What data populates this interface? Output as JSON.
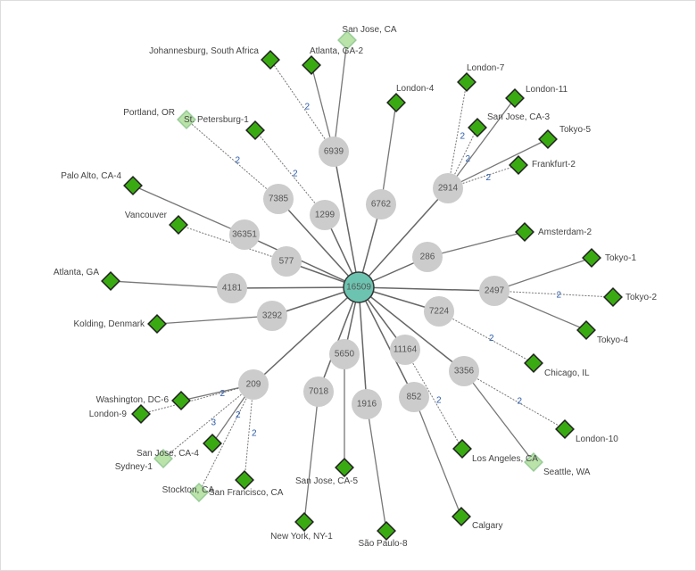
{
  "colors": {
    "hub": "#6cc4b0",
    "as_node": "#cccccc",
    "leaf": "#3aaa12",
    "leaf_faded": "#b9e3a8",
    "weight": "#2a5aa8"
  },
  "hub": {
    "id": "h",
    "label": "16509"
  },
  "as_nodes": [
    {
      "id": "a6939",
      "label": "6939"
    },
    {
      "id": "a7385",
      "label": "7385"
    },
    {
      "id": "a1299",
      "label": "1299"
    },
    {
      "id": "a6762",
      "label": "6762"
    },
    {
      "id": "a2914",
      "label": "2914"
    },
    {
      "id": "a36351",
      "label": "36351"
    },
    {
      "id": "a577",
      "label": "577"
    },
    {
      "id": "a286",
      "label": "286"
    },
    {
      "id": "a2497",
      "label": "2497"
    },
    {
      "id": "a4181",
      "label": "4181"
    },
    {
      "id": "a3292",
      "label": "3292"
    },
    {
      "id": "a7224",
      "label": "7224"
    },
    {
      "id": "a5650",
      "label": "5650"
    },
    {
      "id": "a11164",
      "label": "11164"
    },
    {
      "id": "a7018",
      "label": "7018"
    },
    {
      "id": "a1916",
      "label": "1916"
    },
    {
      "id": "a852",
      "label": "852"
    },
    {
      "id": "a3356",
      "label": "3356"
    },
    {
      "id": "a209",
      "label": "209"
    }
  ],
  "leaves": [
    {
      "id": "sjca",
      "label": "San Jose, CA",
      "parent": "a6939",
      "faded": true
    },
    {
      "id": "atl2",
      "label": "Atlanta, GA-2",
      "parent": "a6939"
    },
    {
      "id": "joh",
      "label": "Johannesburg, South Africa",
      "parent": "a6939",
      "dashed": true,
      "weight": "2"
    },
    {
      "id": "por",
      "label": "Portland, OR",
      "parent": "a7385",
      "dashed": true,
      "weight": "2",
      "faded": true
    },
    {
      "id": "stp",
      "label": "St. Petersburg-1",
      "parent": "a1299",
      "dashed": true,
      "weight": "2"
    },
    {
      "id": "lon4",
      "label": "London-4",
      "parent": "a6762"
    },
    {
      "id": "lon7",
      "label": "London-7",
      "parent": "a2914",
      "dashed": true,
      "weight": "2"
    },
    {
      "id": "lon11",
      "label": "London-11",
      "parent": "a2914"
    },
    {
      "id": "sj3",
      "label": "San Jose, CA-3",
      "parent": "a2914",
      "dashed": true,
      "weight": "2"
    },
    {
      "id": "tok5",
      "label": "Tokyo-5",
      "parent": "a2914"
    },
    {
      "id": "fra2",
      "label": "Frankfurt-2",
      "parent": "a2914",
      "dashed": true,
      "weight": "2"
    },
    {
      "id": "pa4",
      "label": "Palo Alto, CA-4",
      "parent": "a36351"
    },
    {
      "id": "van",
      "label": "Vancouver",
      "parent": "a577",
      "dashed": true
    },
    {
      "id": "atl",
      "label": "Atlanta, GA",
      "parent": "a4181"
    },
    {
      "id": "kol",
      "label": "Kolding, Denmark",
      "parent": "a3292"
    },
    {
      "id": "ams2",
      "label": "Amsterdam-2",
      "parent": "a286"
    },
    {
      "id": "tok1",
      "label": "Tokyo-1",
      "parent": "a2497"
    },
    {
      "id": "tok2",
      "label": "Tokyo-2",
      "parent": "a2497",
      "dashed": true,
      "weight": "2"
    },
    {
      "id": "tok4",
      "label": "Tokyo-4",
      "parent": "a2497"
    },
    {
      "id": "chi",
      "label": "Chicago, IL",
      "parent": "a7224",
      "dashed": true,
      "weight": "2"
    },
    {
      "id": "lon10",
      "label": "London-10",
      "parent": "a3356",
      "dashed": true,
      "weight": "2"
    },
    {
      "id": "sea",
      "label": "Seattle, WA",
      "parent": "a3356",
      "faded": true
    },
    {
      "id": "la",
      "label": "Los Angeles, CA",
      "parent": "a11164",
      "dashed": true,
      "weight": "2"
    },
    {
      "id": "cal",
      "label": "Calgary",
      "parent": "a852"
    },
    {
      "id": "sp8",
      "label": "São Paulo-8",
      "parent": "a1916"
    },
    {
      "id": "sj5",
      "label": "San Jose, CA-5",
      "parent": "a5650"
    },
    {
      "id": "ny1",
      "label": "New York, NY-1",
      "parent": "a7018"
    },
    {
      "id": "dc6",
      "label": "Washington, DC-6",
      "parent": "a209",
      "weight": "2"
    },
    {
      "id": "lon9",
      "label": "London-9",
      "parent": "a209",
      "dashed": true
    },
    {
      "id": "syd1",
      "label": "Sydney-1",
      "parent": "a209",
      "dashed": true,
      "weight": "3",
      "faded": true
    },
    {
      "id": "sj4",
      "label": "San Jose, CA-4",
      "parent": "a209",
      "weight": "2"
    },
    {
      "id": "sf",
      "label": "San Francisco, CA",
      "parent": "a209",
      "dashed": true,
      "faded": true
    },
    {
      "id": "stk",
      "label": "Stockton, CA",
      "parent": "a209",
      "dashed": true,
      "weight": "2"
    }
  ]
}
